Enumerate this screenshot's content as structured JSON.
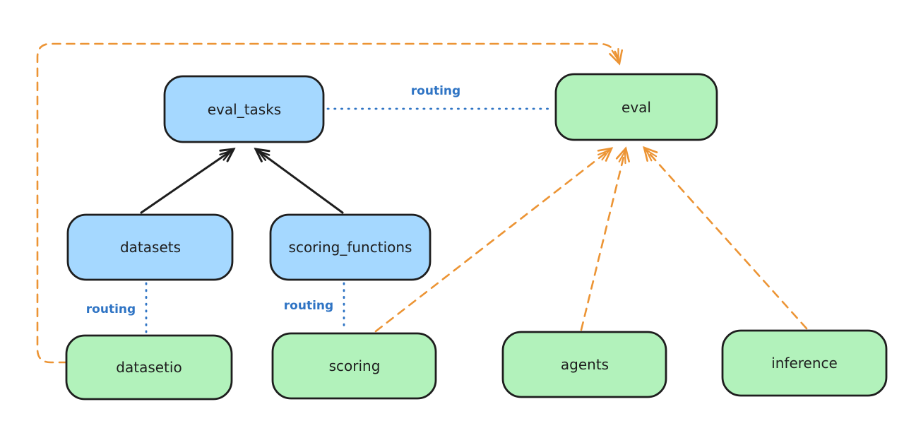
{
  "colors": {
    "node_blue": "#a5d8ff",
    "node_green": "#b2f2bb",
    "stroke": "#1e1e1e",
    "routing_blue": "#2f74c4",
    "dashed_orange": "#ec9434"
  },
  "diagram": {
    "nodes": [
      {
        "id": "eval_tasks",
        "label": "eval_tasks",
        "color": "blue"
      },
      {
        "id": "eval",
        "label": "eval",
        "color": "green"
      },
      {
        "id": "datasets",
        "label": "datasets",
        "color": "blue"
      },
      {
        "id": "scoring_functions",
        "label": "scoring_functions",
        "color": "blue"
      },
      {
        "id": "datasetio",
        "label": "datasetio",
        "color": "green"
      },
      {
        "id": "scoring",
        "label": "scoring",
        "color": "green"
      },
      {
        "id": "agents",
        "label": "agents",
        "color": "green"
      },
      {
        "id": "inference",
        "label": "inference",
        "color": "green"
      }
    ],
    "edges": [
      {
        "from": "datasets",
        "to": "eval_tasks",
        "style": "solid-arrow",
        "color": "#1e1e1e"
      },
      {
        "from": "scoring_functions",
        "to": "eval_tasks",
        "style": "solid-arrow",
        "color": "#1e1e1e"
      },
      {
        "from": "eval_tasks",
        "to": "eval",
        "style": "dotted",
        "color": "#2f74c4",
        "label": "routing"
      },
      {
        "from": "datasets",
        "to": "datasetio",
        "style": "dotted",
        "color": "#2f74c4",
        "label": "routing"
      },
      {
        "from": "scoring_functions",
        "to": "scoring",
        "style": "dotted",
        "color": "#2f74c4",
        "label": "routing"
      },
      {
        "from": "datasetio",
        "to": "eval",
        "style": "dashed-arrow",
        "color": "#ec9434"
      },
      {
        "from": "scoring",
        "to": "eval",
        "style": "dashed-arrow",
        "color": "#ec9434"
      },
      {
        "from": "agents",
        "to": "eval",
        "style": "dashed-arrow",
        "color": "#ec9434"
      },
      {
        "from": "inference",
        "to": "eval",
        "style": "dashed-arrow",
        "color": "#ec9434"
      }
    ]
  }
}
